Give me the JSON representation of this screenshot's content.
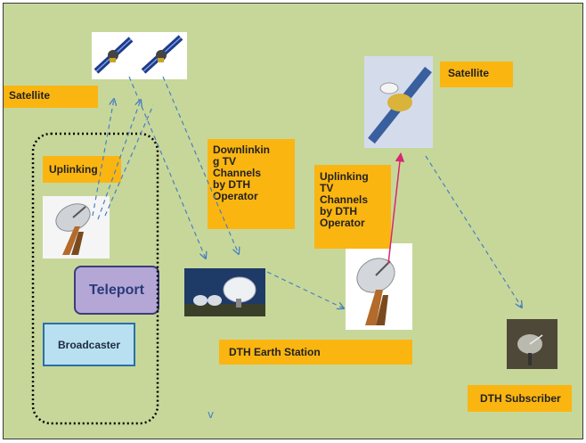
{
  "labels": {
    "satellite_left": "Satellite",
    "satellite_right": "Satellite",
    "uplinking": "Uplinking",
    "downlinking": "Downlinkin g TV Channels by DTH Operator",
    "uplinking_dth": "Uplinking TV Channels by DTH Operator",
    "teleport": "Teleport",
    "broadcaster": "Broadcaster",
    "earth_station": "DTH Earth Station",
    "subscriber": "DTH Subscriber",
    "stray_arrow": "v"
  },
  "colors": {
    "slide_background": "#c7d79a",
    "label_fill": "#fbb511",
    "teleport_fill": "#b4a7d6",
    "teleport_border": "#3c3c78",
    "broadcaster_fill": "#b8e0f0",
    "broadcaster_border": "#2a6fa8",
    "arrow_dashed": "#4a7fc0",
    "arrow_uplink_dth": "#d62870",
    "group_border": "#000000"
  },
  "icons": {
    "satellite_pair": "satellite-icon",
    "satellite_right": "satellite-icon",
    "dish_teleport": "satellite-dish-icon",
    "dish_earth_station": "satellite-dish-icon",
    "dish_array": "radio-telescope-array-icon",
    "subscriber_dish": "home-dish-icon"
  }
}
